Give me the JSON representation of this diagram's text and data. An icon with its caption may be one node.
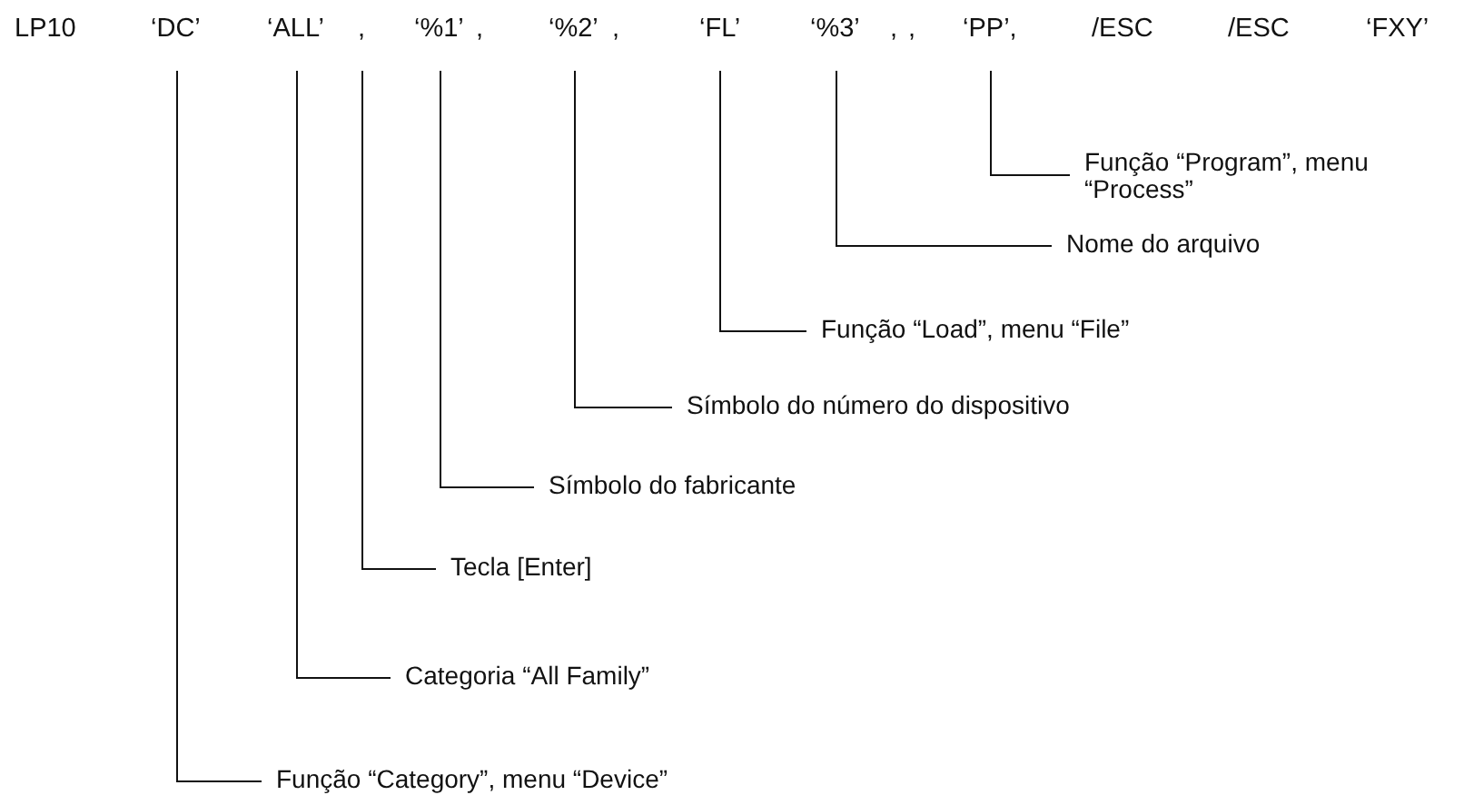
{
  "diagram": {
    "nodes": [
      {
        "text": [
          "‘DC’"
        ]
      },
      {
        "text": [
          "‘ALL’"
        ]
      },
      {
        "text": [
          ","
        ]
      },
      {
        "text": [
          "‘%1’"
        ]
      },
      {
        "text": [
          "‘%2’"
        ]
      },
      {
        "text": [
          "‘FL’"
        ]
      },
      {
        "text": [
          "‘%3’"
        ]
      },
      {
        "text": [
          "‘PP’,"
        ]
      },
      {
        "text": [
          "Função “Program”, menu “Process”"
        ]
      },
      {
        "text": [
          "Nome do arquivo"
        ]
      },
      {
        "text": [
          "Função “Load”, menu “File”"
        ]
      },
      {
        "text": [
          "Símbolo do número do dispositivo"
        ]
      },
      {
        "text": [
          "Símbolo do fabricante"
        ]
      },
      {
        "text": [
          "Tecla [Enter]"
        ]
      },
      {
        "text": [
          "Categoria “All Family”"
        ]
      },
      {
        "text": [
          "Função “Category”, menu “Device”"
        ]
      }
    ],
    "edges": [
      {
        "from": 8,
        "to": 7,
        "arrow": "none"
      },
      {
        "from": 9,
        "to": 6,
        "arrow": "none"
      },
      {
        "from": 10,
        "to": 5,
        "arrow": "none"
      },
      {
        "from": 11,
        "to": 4,
        "arrow": "none"
      },
      {
        "from": 12,
        "to": 3,
        "arrow": "none"
      },
      {
        "from": 13,
        "to": 2,
        "arrow": "none"
      },
      {
        "from": 14,
        "to": 1,
        "arrow": "none"
      },
      {
        "from": 15,
        "to": 0,
        "arrow": "none"
      }
    ],
    "labels": [
      "LP10",
      ",",
      ",",
      ",",
      ",",
      "/ESC",
      "/ESC",
      "‘FXY’"
    ]
  }
}
